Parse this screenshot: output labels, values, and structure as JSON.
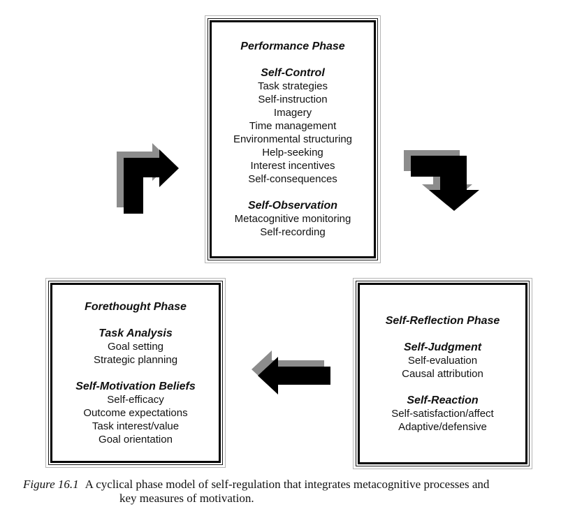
{
  "figure": {
    "boxes": [
      {
        "id": "performance",
        "title": "Performance Phase",
        "sections": [
          {
            "heading": "Self-Control",
            "items": [
              "Task strategies",
              "Self-instruction",
              "Imagery",
              "Time management",
              "Environmental structuring",
              "Help-seeking",
              "Interest incentives",
              "Self-consequences"
            ]
          },
          {
            "heading": "Self-Observation",
            "items": [
              "Metacognitive monitoring",
              "Self-recording"
            ]
          }
        ]
      },
      {
        "id": "forethought",
        "title": "Forethought Phase",
        "sections": [
          {
            "heading": "Task Analysis",
            "items": [
              "Goal setting",
              "Strategic planning"
            ]
          },
          {
            "heading": "Self-Motivation Beliefs",
            "items": [
              "Self-efficacy",
              "Outcome expectations",
              "Task interest/value",
              "Goal orientation"
            ]
          }
        ]
      },
      {
        "id": "self-reflection",
        "title": "Self-Reflection Phase",
        "sections": [
          {
            "heading": "Self-Judgment",
            "items": [
              "Self-evaluation",
              "Causal attribution"
            ]
          },
          {
            "heading": "Self-Reaction",
            "items": [
              "Self-satisfaction/affect",
              "Adaptive/defensive"
            ]
          }
        ]
      }
    ],
    "arrows": [
      {
        "name": "forethought-to-performance",
        "shape": "elbow-up-right"
      },
      {
        "name": "performance-to-self-reflection",
        "shape": "elbow-right-down"
      },
      {
        "name": "self-reflection-to-forethought",
        "shape": "straight-left"
      }
    ],
    "colors": {
      "arrow": "#000000",
      "arrow_shadow": "#8c8c8c",
      "box_border": "#000000",
      "frame_shadow": "#b5b5b5"
    },
    "caption": {
      "label": "Figure 16.1",
      "line1": "A cyclical phase model of self-regulation that integrates metacognitive processes and",
      "line2": "key measures of motivation."
    }
  }
}
